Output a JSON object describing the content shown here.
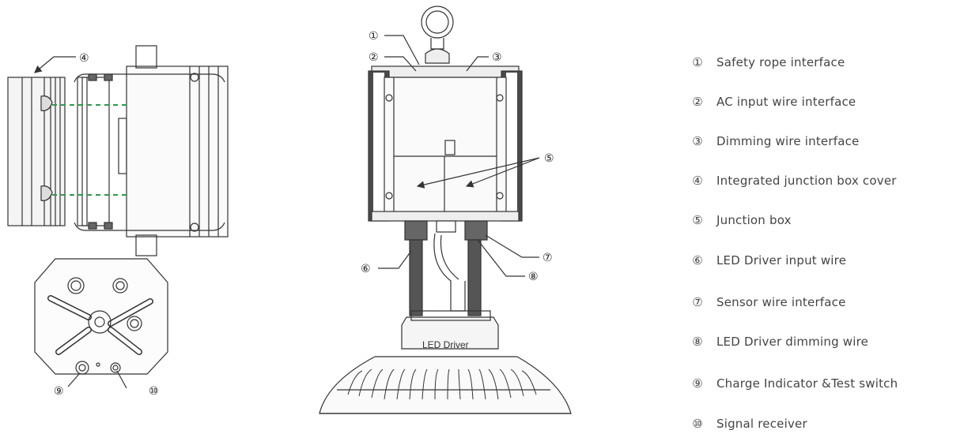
{
  "callouts": {
    "c1": "①",
    "c2": "②",
    "c3": "③",
    "c4": "④",
    "c5": "⑤",
    "c6": "⑥",
    "c7": "⑦",
    "c8": "⑧",
    "c9": "⑨",
    "c10": "⑩"
  },
  "driver_label": "LED Driver",
  "legend": [
    {
      "num": "①",
      "label": "Safety rope interface"
    },
    {
      "num": "②",
      "label": "AC input wire interface"
    },
    {
      "num": "③",
      "label": "Dimming wire interface"
    },
    {
      "num": "④",
      "label": "Integrated junction box cover"
    },
    {
      "num": "⑤",
      "label": "Junction box"
    },
    {
      "num": "⑥",
      "label": "LED Driver input wire"
    },
    {
      "num": "⑦",
      "label": "Sensor wire interface"
    },
    {
      "num": "⑧",
      "label": "LED Driver dimming wire"
    },
    {
      "num": "⑨",
      "label": "Charge Indicator &Test switch"
    },
    {
      "num": "⑩",
      "label": "Signal receiver"
    }
  ],
  "colors": {
    "line": "#333333",
    "dash": "#2e9a4a",
    "fill_dark": "#4a4a4a"
  }
}
